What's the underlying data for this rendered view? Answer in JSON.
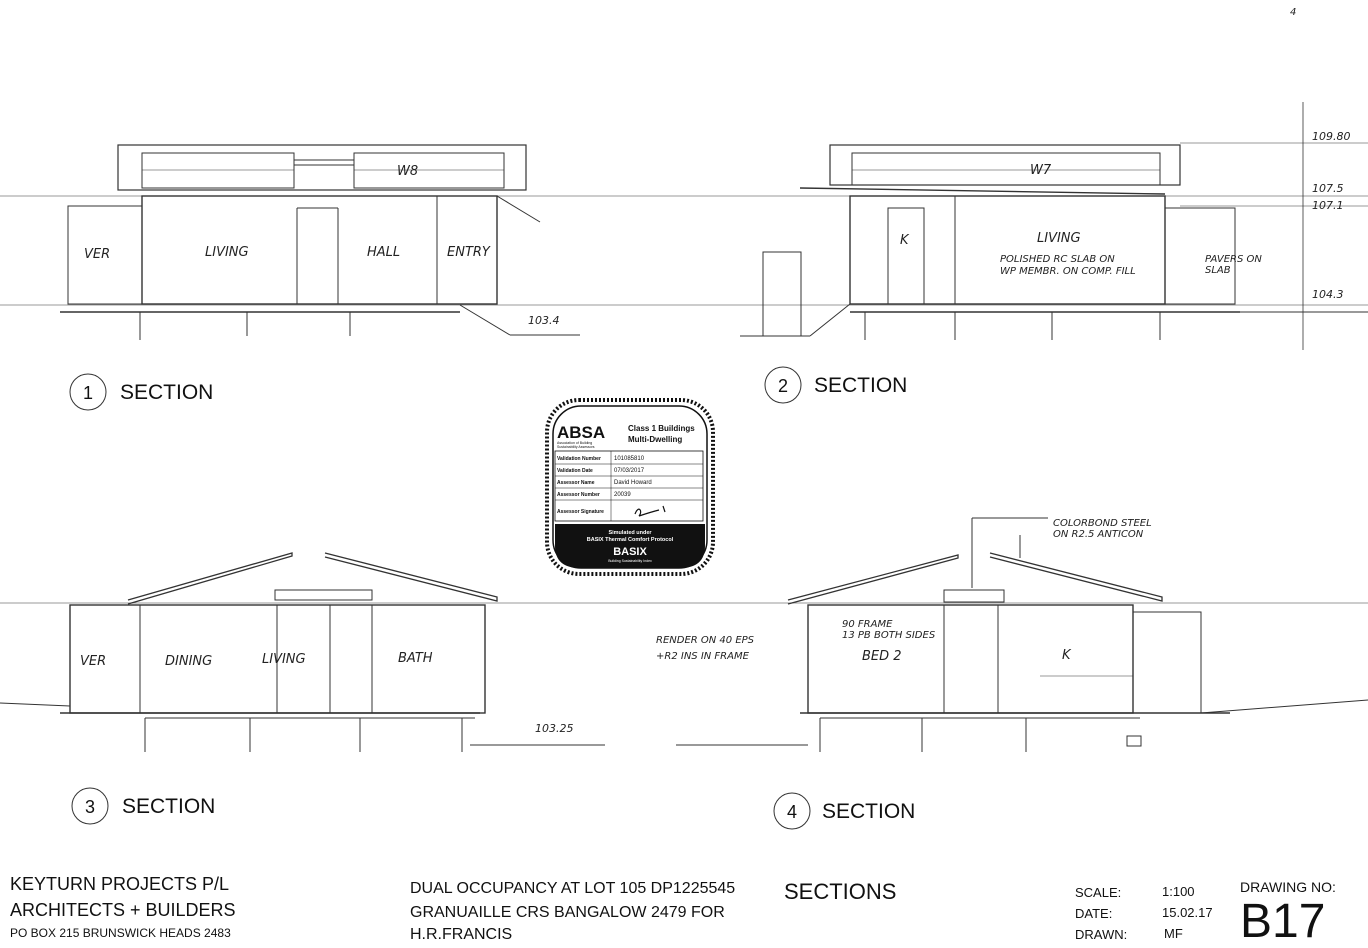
{
  "corner_mark": "4",
  "sections": [
    {
      "number": "1",
      "label": "SECTION"
    },
    {
      "number": "2",
      "label": "SECTION"
    },
    {
      "number": "3",
      "label": "SECTION"
    },
    {
      "number": "4",
      "label": "SECTION"
    }
  ],
  "section1_labels": {
    "ver": "VER",
    "living": "LIVING",
    "hall": "HALL",
    "entry": "ENTRY",
    "window": "W8",
    "level": "103.4"
  },
  "section2_labels": {
    "window": "W7",
    "k": "K",
    "living": "LIVING",
    "note_slab_1": "POLISHED RC SLAB ON",
    "note_slab_2": "WP MEMBR. ON COMP. FILL",
    "note_pavers_1": "PAVERS ON",
    "note_pavers_2": "SLAB"
  },
  "levels": [
    "109.80",
    "107.5",
    "107.1",
    "104.3"
  ],
  "section3_labels": {
    "ver": "VER",
    "dining": "DINING",
    "living": "LIVING",
    "bath": "BATH",
    "level": "103.25"
  },
  "section4_labels": {
    "note_roof_1": "COLORBOND STEEL",
    "note_roof_2": "ON R2.5 ANTICON",
    "note_frame_1": "90 FRAME",
    "note_frame_2": "13 PB BOTH SIDES",
    "note_render_1": "RENDER ON 40 EPS",
    "note_render_2": "+R2 INS IN FRAME",
    "bed": "BED 2",
    "k": "K"
  },
  "badge": {
    "brand": "ABSA",
    "brand_sub_1": "Association of Building",
    "brand_sub_2": "Sustainability Assessors",
    "class_1": "Class 1 Buildings",
    "class_2": "Multi-Dwelling",
    "rows": [
      {
        "label": "Validation Number",
        "value": "101085810"
      },
      {
        "label": "Validation Date",
        "value": "07/03/2017"
      },
      {
        "label": "Assessor Name",
        "value": "David Howard"
      },
      {
        "label": "Assessor Number",
        "value": "20039"
      },
      {
        "label": "Assessor Signature",
        "value": ""
      }
    ],
    "footer_1": "Simulated under",
    "footer_2": "BASIX Thermal Comfort Protocol",
    "footer_3": "BASIX",
    "footer_4": "Building Sustainability Index"
  },
  "title_block": {
    "company_1": "KEYTURN PROJECTS P/L",
    "company_2": "ARCHITECTS + BUILDERS",
    "company_3": "PO BOX 215 BRUNSWICK HEADS 2483",
    "project_1": "DUAL OCCUPANCY AT LOT 105 DP1225545",
    "project_2": "GRANUAILLE CRS BANGALOW 2479 FOR",
    "project_3": "H.R.FRANCIS",
    "sheet_title": "SECTIONS",
    "scale_label": "SCALE:",
    "scale_value": "1:100",
    "date_label": "DATE:",
    "date_value": "15.02.17",
    "drawn_label": "DRAWN:",
    "drawn_value": "MF",
    "drawing_no_label": "DRAWING NO:",
    "drawing_no": "B17"
  }
}
